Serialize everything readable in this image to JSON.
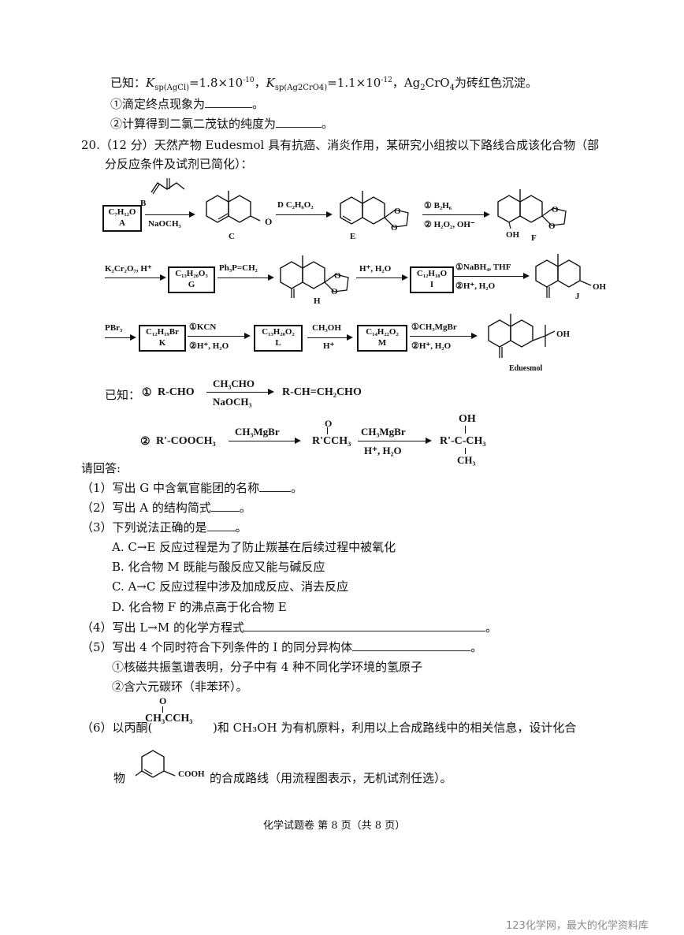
{
  "top": {
    "known_prefix": "已知：",
    "ksp_agcl_label": "K",
    "ksp_agcl_sub": "sp(AgCl)",
    "ksp_agcl_value": "=1.8×10",
    "ksp_agcl_exp": "-10",
    "sep": "，",
    "ksp_ag2cro4_label": "K",
    "ksp_ag2cro4_sub": "sp(Ag2CrO4)",
    "ksp_ag2cro4_value": "=1.1×10",
    "ksp_ag2cro4_exp": "-12",
    "ag2cro4_text": "，Ag",
    "ag2cro4_sub": "2",
    "ag2cro4_rest": "CrO",
    "ag2cro4_sub2": "4",
    "ag2cro4_tail": "为砖红色沉淀。",
    "q1": "①滴定终点现象为",
    "q1_end": "。",
    "q2": "②计算得到二氯二茂钛的纯度为",
    "q2_end": "。"
  },
  "q20": {
    "title_line1": "20.（12 分）天然产物 Eudesmol 具有抗癌、消炎作用，某研究小组按以下路线合成该化合物（部",
    "title_line2": "分反应条件及试剂已简化）："
  },
  "scheme": {
    "A_formula": "C₇H₁₂O",
    "A_label": "A",
    "B_label": "B",
    "naoch3": "NaOCH₃",
    "C_label": "C",
    "D_cond": "D  C₂H₆O₂",
    "E_label": "E",
    "b2h6": "① B₂H₆",
    "h2o2": "② H₂O₂, OH⁻",
    "F_label": "F",
    "oh": "OH",
    "k2cr2o7": "K₂Cr₂O₇, H⁺",
    "G_formula": "C₁₃H₂₀O₃",
    "G_label": "G",
    "wittig": "Ph₃P=CH₂",
    "H_label": "H",
    "h_h2o": "H⁺, H₂O",
    "I_formula": "C₁₂H₁₈O",
    "I_label": "I",
    "nabh4": "①NaBH₄, THF",
    "h_h2o_2": "②H⁺, H₂O",
    "J_label": "J",
    "pbr3": "PBr₃",
    "K_formula": "C₁₂H₁₉Br",
    "K_label": "K",
    "kcn": "①KCN",
    "h_h2o_3": "②H⁺, H₂O",
    "L_formula": "C₁₃H₂₀O₂",
    "L_label": "L",
    "ch3oh": "CH₃OH",
    "hplus": "H⁺",
    "M_formula": "C₁₄H₂₂O₂",
    "M_label": "M",
    "ch3mgbr": "①CH₃MgBr",
    "h_h2o_4": "②H⁺, H₂O",
    "eudesmol": "Eduesmol"
  },
  "known": {
    "prefix": "已知：",
    "r1_num": "①",
    "r1_left": "R-CHO",
    "r1_top": "CH₃CHO",
    "r1_bottom": "NaOCH₃",
    "r1_right": "R-CH=CH₂CHO",
    "r2_num": "②",
    "r2_left": "R'-COOCH₃",
    "r2_top": "CH₃MgBr",
    "r2_mid": "R'CCH₃",
    "r2_mid_o": "O",
    "r2_top2": "CH₃MgBr",
    "r2_bottom2": "H⁺, H₂O",
    "r2_right_oh": "OH",
    "r2_right": "R'-C-CH₃",
    "r2_right_ch3": "CH₃"
  },
  "questions": {
    "intro": "请回答:",
    "q1": "（1）写出 G 中含氧官能团的名称",
    "q1_end": "。",
    "q2": "（2）写出 A 的结构简式",
    "q2_end": "。",
    "q3": "（3）下列说法正确的是",
    "q3_end": "。",
    "opt_a": "A. C→E 反应过程是为了防止羰基在后续过程中被氧化",
    "opt_b": "B. 化合物 M 既能与酸反应又能与碱反应",
    "opt_c": "C. A→C 反应过程中涉及加成反应、消去反应",
    "opt_d": "D. 化合物 F 的沸点高于化合物 E",
    "q4": "（4）写出 L→M 的化学方程式",
    "q4_end": "。",
    "q5": "（5）写出 4 个同时符合下列条件的 I 的同分异构体",
    "q5_end": "。",
    "cond1": "①核磁共振氢谱表明，分子中有 4 种不同化学环境的氢原子",
    "cond2": "②含六元碳环（非苯环）。",
    "q6_a": "（6）以丙酮(",
    "q6_acetone": "CH₃CCH₃",
    "q6_acetone_o": "O",
    "q6_b": ")和  CH₃OH  为有机原料，利用以上合成路线中的相关信息，设计化合",
    "q6_c": "物",
    "q6_cooh": "COOH",
    "q6_d": "的合成路线（用流程图表示，无机试剂任选）。"
  },
  "footer": {
    "text": "化学试题卷   第  8  页（共 8 页）"
  },
  "watermark": {
    "text": "123化学网，最大的化学资料库"
  }
}
